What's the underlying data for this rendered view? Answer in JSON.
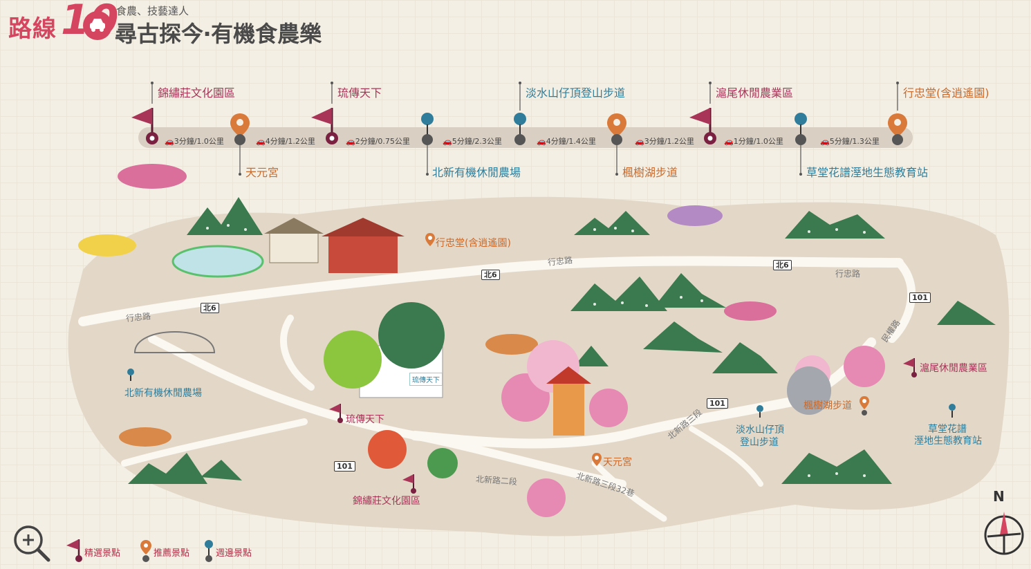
{
  "title": {
    "route": "路線",
    "number": "10",
    "sub": "食農、技藝達人",
    "main": "尋古探今‧有機食農樂"
  },
  "colors": {
    "featured": "#a83558",
    "recommended": "#d97a3a",
    "nearby": "#2f7d9a",
    "mountain": "#3a7a4e",
    "accent": "#d64560"
  },
  "route": {
    "stops": [
      {
        "name": "錦繡莊文化園區",
        "type": "featured"
      },
      {
        "name": "天元宮",
        "type": "recommended"
      },
      {
        "name": "琉傳天下",
        "type": "featured"
      },
      {
        "name": "北新有機休閒農場",
        "type": "nearby"
      },
      {
        "name": "淡水山仔頂登山步道",
        "type": "nearby"
      },
      {
        "name": "楓樹湖步道",
        "type": "recommended"
      },
      {
        "name": "滬尾休閒農業區",
        "type": "featured"
      },
      {
        "name": "草堂花譜溼地生態教育站",
        "type": "nearby"
      },
      {
        "name": "行忠堂(含逍遙園)",
        "type": "recommended"
      }
    ],
    "segments": [
      "3分鐘/1.0公里",
      "4分鐘/1.2公里",
      "2分鐘/0.75公里",
      "5分鐘/2.3公里",
      "4分鐘/1.4公里",
      "3分鐘/1.2公里",
      "1分鐘/1.0公里",
      "5分鐘/1.3公里"
    ]
  },
  "map": {
    "roads": [
      "行忠路",
      "行忠路",
      "行忠路",
      "北新路二段",
      "北新路三段",
      "北新路三段32巷",
      "民權路"
    ],
    "shields": [
      "北6",
      "北6",
      "北6",
      "101",
      "101",
      "101"
    ],
    "labels": [
      "行忠堂(含逍遙園)",
      "北新有機休閒農場",
      "琉傳天下",
      "天元宮",
      "錦繡莊文化園區",
      "淡水山仔頂",
      "登山步道",
      "楓樹湖步道",
      "滬尾休閒農業區",
      "草堂花譜",
      "溼地生態教育站",
      "琉傳天下"
    ]
  },
  "legend": {
    "featured": "精選景點",
    "recommended": "推薦景點",
    "nearby": "週邊景點"
  },
  "compass": "N"
}
